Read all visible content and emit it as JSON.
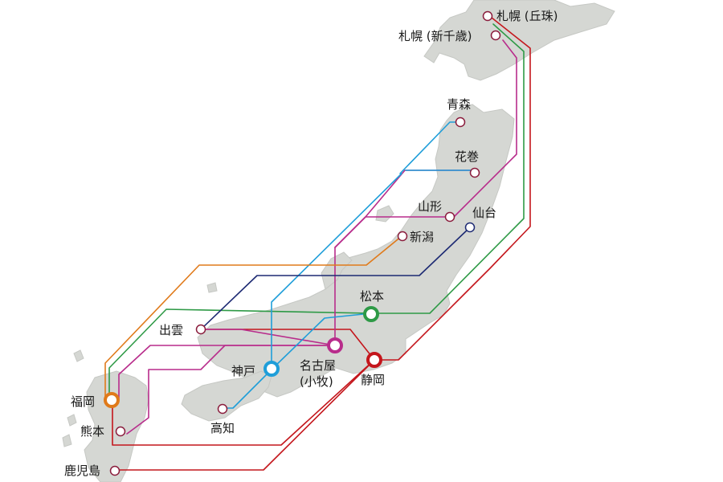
{
  "colors": {
    "land": "#d5d7d3",
    "route_red": "#c4161c",
    "route_green": "#2e9a46",
    "route_magenta": "#b82c8b",
    "route_cyan": "#1f9ed9",
    "route_navy": "#1d2a73",
    "route_orange": "#e07a1a",
    "station_ring": "#8a1c3c"
  },
  "hubs": [
    {
      "id": "matsumoto",
      "label": "松本",
      "color": "#2e9a46"
    },
    {
      "id": "nagoya",
      "label": "名古屋",
      "sub": "(小牧)",
      "color": "#b82c8b"
    },
    {
      "id": "shizuoka",
      "label": "静岡",
      "color": "#c4161c"
    },
    {
      "id": "kobe",
      "label": "神戸",
      "color": "#1f9ed9"
    },
    {
      "id": "fukuoka",
      "label": "福岡",
      "color": "#e07a1a"
    }
  ],
  "stations": [
    {
      "id": "sapporo_okadama",
      "label": "札幌 (丘珠)"
    },
    {
      "id": "sapporo_chitose",
      "label": "札幌 (新千歳)"
    },
    {
      "id": "aomori",
      "label": "青森"
    },
    {
      "id": "hanamaki",
      "label": "花巻"
    },
    {
      "id": "yamagata",
      "label": "山形"
    },
    {
      "id": "sendai",
      "label": "仙台"
    },
    {
      "id": "niigata",
      "label": "新潟"
    },
    {
      "id": "izumo",
      "label": "出雲"
    },
    {
      "id": "kochi",
      "label": "高知"
    },
    {
      "id": "kumamoto",
      "label": "熊本"
    },
    {
      "id": "kagoshima",
      "label": "鹿児島"
    }
  ]
}
